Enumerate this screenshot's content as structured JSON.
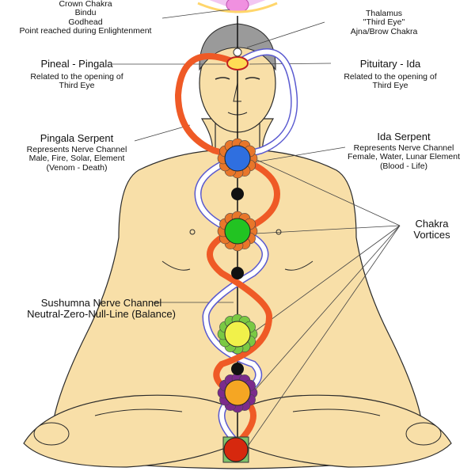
{
  "labels": {
    "crown": [
      "Crown Chakra",
      "Bindu",
      "Godhead",
      "Point reached during Enlightenment"
    ],
    "thalamus": [
      "Thalamus",
      "\"Third Eye\"",
      "Ajna/Brow Chakra"
    ],
    "pineal": {
      "title": "Pineal - Pingala",
      "lines": [
        "Related to the opening of",
        "Third Eye"
      ]
    },
    "pituitary": {
      "title": "Pituitary - Ida",
      "lines": [
        "Related to the opening of",
        "Third Eye"
      ]
    },
    "pingala_serpent": {
      "title": "Pingala Serpent",
      "lines": [
        "Represents Nerve Channel",
        "Male, Fire, Solar, Element",
        "(Venom - Death)"
      ]
    },
    "ida_serpent": {
      "title": "Ida Serpent",
      "lines": [
        "Represents Nerve Channel",
        "Female, Water, Lunar Element",
        "(Blood - Life)"
      ]
    },
    "vortices": [
      "Chakra",
      "Vortices"
    ],
    "sushumna": [
      "Sushumna Nerve Channel",
      "Neutral-Zero-Null-Line (Balance)"
    ]
  },
  "colors": {
    "skin": "#f8dfa8",
    "outline": "#2a2a2a",
    "pingala": "#ef5a26",
    "ida": "#ffffff",
    "ida_outline": "#5a5ad0",
    "hair": "#9a9a9a",
    "chakra_throat": "#2f6fe0",
    "chakra_heart": "#22c322",
    "chakra_solar": "#f1f14a",
    "chakra_sacral": "#f5a623",
    "chakra_root": "#d6280e",
    "petals_orange": "#e8762a",
    "petals_green": "#7ac943",
    "petals_purple": "#7b2b8c",
    "root_square": "#7ec26b",
    "crown_rays": "#f2c7f2"
  }
}
